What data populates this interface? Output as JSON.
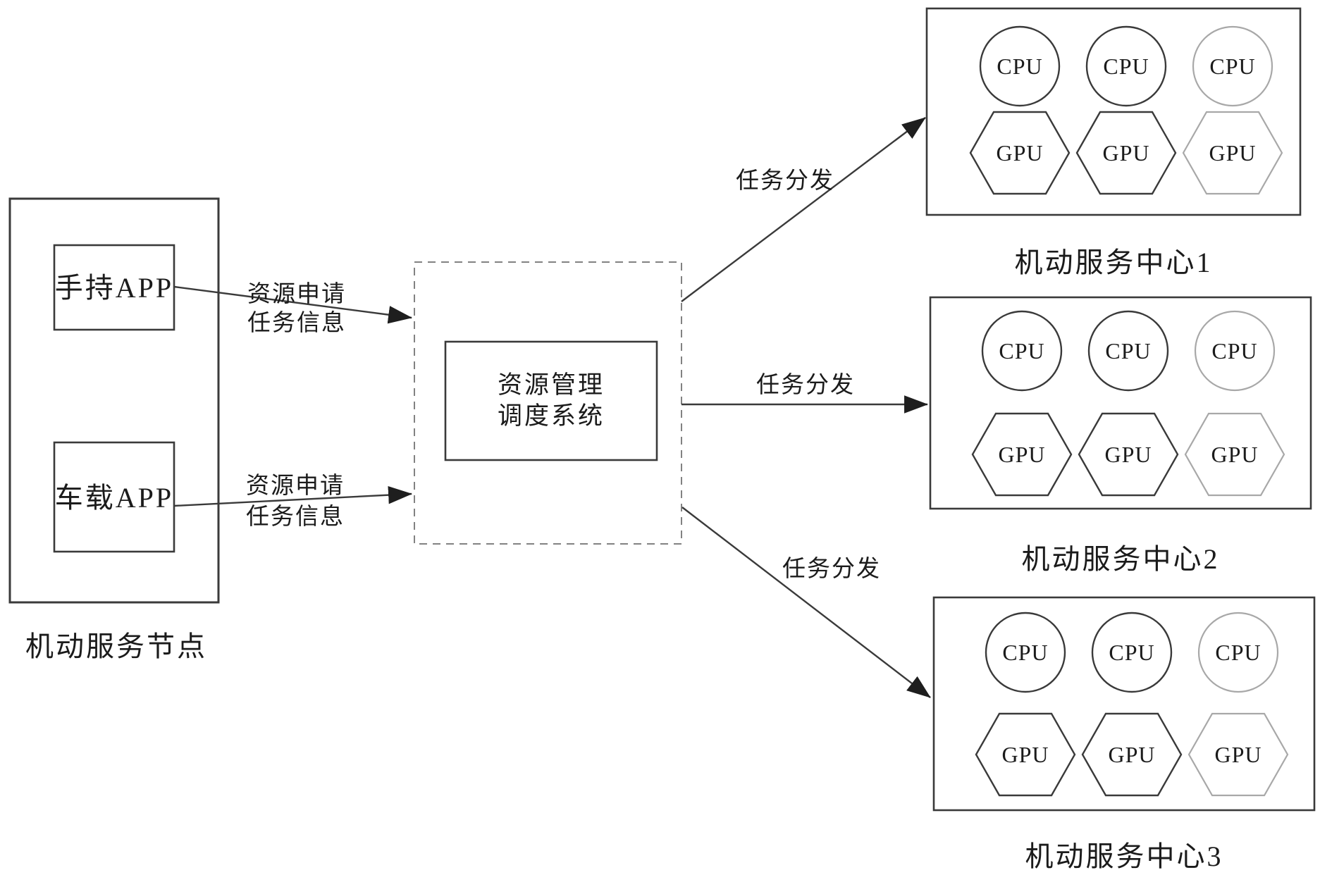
{
  "figure": {
    "node_group": {
      "label": "机动服务节点",
      "apps": [
        {
          "label": "手持APP"
        },
        {
          "label": "车载APP"
        }
      ]
    },
    "scheduler": {
      "title_line1": "资源管理",
      "title_line2": "调度系统"
    },
    "request_arrows": [
      {
        "text_line1": "资源申请",
        "text_line2": "任务信息"
      },
      {
        "text_line1": "资源申请",
        "text_line2": "任务信息"
      }
    ],
    "dispatch_arrows": [
      {
        "label": "任务分发"
      },
      {
        "label": "任务分发"
      },
      {
        "label": "任务分发"
      }
    ],
    "centers": [
      {
        "label": "机动服务中心1"
      },
      {
        "label": "机动服务中心2"
      },
      {
        "label": "机动服务中心3"
      }
    ],
    "chips": {
      "cpu": "CPU",
      "gpu": "GPU"
    },
    "colors": {
      "line": "#3a3a3a",
      "light_shape": "#a8a8a8",
      "dashed_border": "#828282",
      "background": "#ffffff"
    }
  }
}
